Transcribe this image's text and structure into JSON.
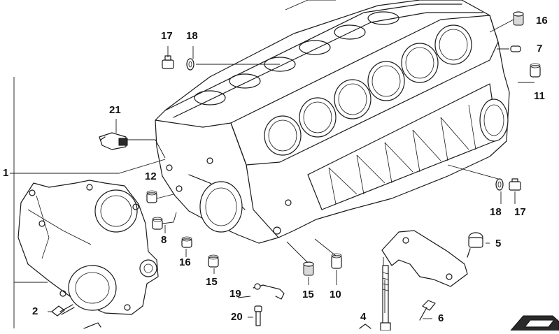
{
  "diagram": {
    "callouts": {
      "c1": "1",
      "c2": "2",
      "c4": "4",
      "c5": "5",
      "c6": "6",
      "c7": "7",
      "c8": "8",
      "c10": "10",
      "c11": "11",
      "c12": "12",
      "c15a": "15",
      "c15b": "15",
      "c16a": "16",
      "c16b": "16",
      "c17a": "17",
      "c17b": "17",
      "c18a": "18",
      "c18b": "18",
      "c19": "19",
      "c20": "20",
      "c21": "21"
    },
    "colors": {
      "ink": "#1a1a1a",
      "background": "#ffffff",
      "shade": "#d9d9d9"
    }
  }
}
